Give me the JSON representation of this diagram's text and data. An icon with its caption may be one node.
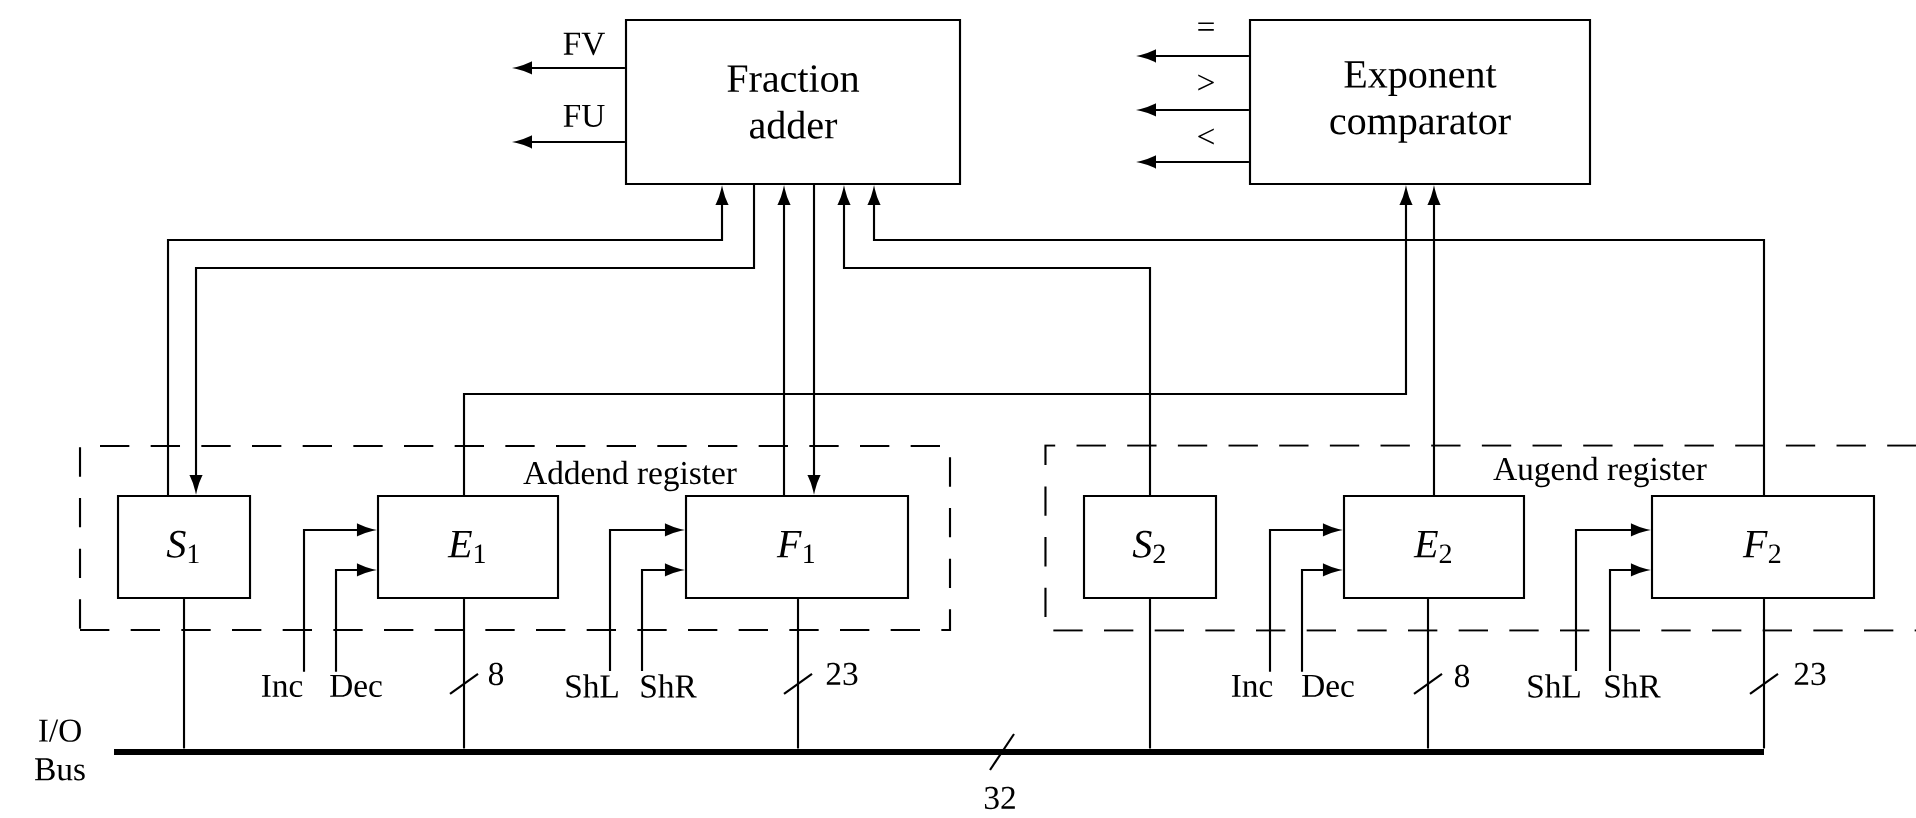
{
  "diagram": {
    "nodes": [
      {
        "text": [
          "Fraction adder"
        ]
      },
      {
        "text": [
          "Exponent comparator"
        ]
      },
      {
        "text": [
          "Addend register"
        ]
      },
      {
        "text": [
          "*S*$_{1}$"
        ],
        "in": 2
      },
      {
        "text": [
          "*E*$_{1}$"
        ],
        "in": 2
      },
      {
        "text": [
          "*F*$_{1}$"
        ],
        "in": 2
      },
      {
        "text": [
          "Augend register"
        ]
      },
      {
        "text": [
          "*S*$_{2}$"
        ],
        "in": 6
      },
      {
        "text": [
          "*E*$_{2}$"
        ],
        "in": 6
      },
      {
        "text": [
          "*F*$_{2}$"
        ],
        "in": 6
      },
      {
        "text": [
          "Inc"
        ]
      },
      {
        "text": [
          "Dec"
        ]
      },
      {
        "text": [
          "ShL"
        ]
      },
      {
        "text": [
          "ShR"
        ]
      },
      {
        "text": [
          "Inc"
        ]
      },
      {
        "text": [
          "Dec"
        ]
      },
      {
        "text": [
          "ShL"
        ]
      },
      {
        "text": [
          "ShR"
        ]
      },
      {
        "text": [],
        "shape": "bar",
        "beside": [
          "I/O Bus"
        ]
      }
    ],
    "edges": [
      {
        "from": 0,
        "to": null,
        "arrow": "to",
        "label": "FV"
      },
      {
        "from": 0,
        "to": null,
        "arrow": "to",
        "label": "FU"
      },
      {
        "from": 1,
        "to": null,
        "arrow": "to",
        "label": "="
      },
      {
        "from": 1,
        "to": null,
        "arrow": "to",
        "label": ">"
      },
      {
        "from": 1,
        "to": null,
        "arrow": "to",
        "label": "<"
      },
      {
        "from": 3,
        "to": 0,
        "arrow": "to"
      },
      {
        "from": 0,
        "to": 3,
        "arrow": "to"
      },
      {
        "from": 4,
        "to": 1,
        "arrow": "to"
      },
      {
        "from": 5,
        "to": 0,
        "arrow": "to"
      },
      {
        "from": 0,
        "to": 5,
        "arrow": "to"
      },
      {
        "from": 7,
        "to": 0,
        "arrow": "to"
      },
      {
        "from": 8,
        "to": 1,
        "arrow": "to"
      },
      {
        "from": 9,
        "to": 0,
        "arrow": "to"
      },
      {
        "from": 10,
        "to": 4,
        "arrow": "to"
      },
      {
        "from": 11,
        "to": 4,
        "arrow": "to"
      },
      {
        "from": 12,
        "to": 5,
        "arrow": "to"
      },
      {
        "from": 13,
        "to": 5,
        "arrow": "to"
      },
      {
        "from": 14,
        "to": 8,
        "arrow": "to"
      },
      {
        "from": 15,
        "to": 8,
        "arrow": "to"
      },
      {
        "from": 16,
        "to": 9,
        "arrow": "to"
      },
      {
        "from": 17,
        "to": 9,
        "arrow": "to"
      },
      {
        "from": 3,
        "to": 18,
        "arrow": "none"
      },
      {
        "from": 4,
        "to": 18,
        "arrow": "none",
        "label": "8"
      },
      {
        "from": 5,
        "to": 18,
        "arrow": "none",
        "label": "23"
      },
      {
        "from": 7,
        "to": 18,
        "arrow": "none"
      },
      {
        "from": 8,
        "to": 18,
        "arrow": "none",
        "label": "8"
      },
      {
        "from": 9,
        "to": 18,
        "arrow": "none",
        "label": "23"
      }
    ],
    "labels": [
      "32"
    ]
  }
}
